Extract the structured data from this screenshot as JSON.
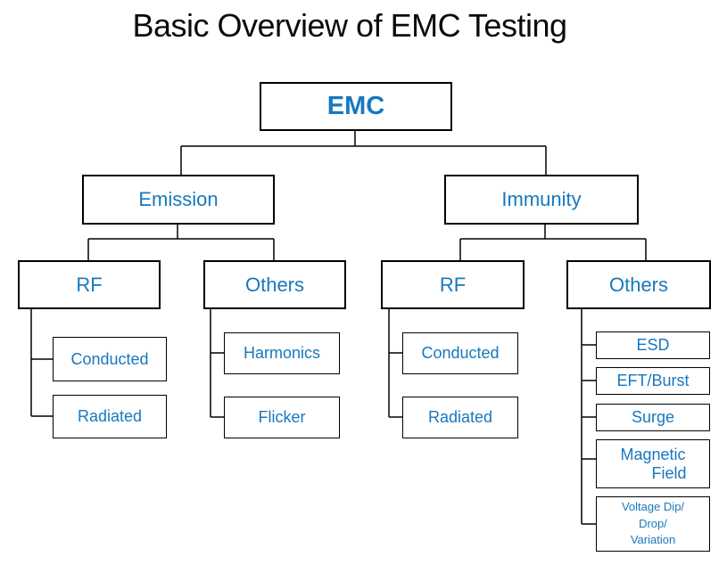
{
  "title": "Basic Overview of EMC Testing",
  "colors": {
    "node_text": "#1778BE",
    "connector_line": "#000000",
    "title_text": "#0B0B0B",
    "background": "#FFFFFF"
  },
  "tree": {
    "root": {
      "label": "EMC"
    },
    "branches": [
      {
        "label": "Emission",
        "children": [
          {
            "label": "RF",
            "children": [
              {
                "label": "Conducted"
              },
              {
                "label": "Radiated"
              }
            ]
          },
          {
            "label": "Others",
            "children": [
              {
                "label": "Harmonics"
              },
              {
                "label": "Flicker"
              }
            ]
          }
        ]
      },
      {
        "label": "Immunity",
        "children": [
          {
            "label": "RF",
            "children": [
              {
                "label": "Conducted"
              },
              {
                "label": "Radiated"
              }
            ]
          },
          {
            "label": "Others",
            "children": [
              {
                "label": "ESD"
              },
              {
                "label": "EFT/Burst"
              },
              {
                "label": "Surge"
              },
              {
                "label": "Magnetic Field",
                "lines": [
                  "Magnetic",
                  "Field"
                ]
              },
              {
                "label": "Voltage Dip/ Drop/ Variation",
                "lines": [
                  "Voltage Dip/",
                  "Drop/",
                  "Variation"
                ]
              }
            ]
          }
        ]
      }
    ]
  }
}
